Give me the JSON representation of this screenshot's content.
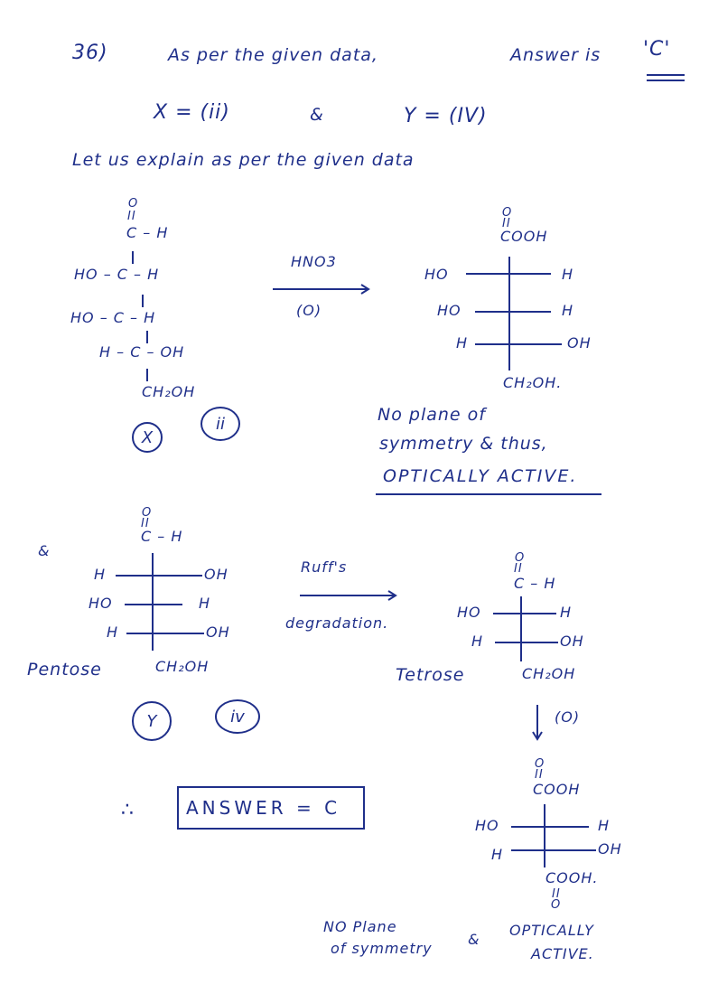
{
  "header": {
    "question_no": "36)",
    "intro": "As  per  the  given  data,",
    "answer_label": "Answer  is",
    "answer_value": "'C'"
  },
  "xy_line": {
    "x": "X  =  (ii)",
    "and": "&",
    "y": "Y  =  (IV)"
  },
  "explain_line": "Let  us  explain  as  per  the  given  data",
  "reaction1": {
    "reactant": {
      "top_o": "O",
      "top_dbl": "II",
      "c1": "C – H",
      "rows": [
        "HO – C – H",
        "HO – C – H",
        "H – C – OH"
      ],
      "bottom": "CH₂OH"
    },
    "reagent_top": "HNO3",
    "reagent_bottom": "(O)",
    "product": {
      "top": "COOH",
      "rows": [
        {
          "left": "HO",
          "right": "H"
        },
        {
          "left": "HO",
          "right": "H"
        },
        {
          "left": "H",
          "right": "OH"
        }
      ],
      "bottom": "CH₂OH."
    },
    "label_x": "X",
    "label_ii": "ii",
    "note": [
      "No  plane  of",
      "symmetry  &  thus,",
      "OPTICALLY  ACTIVE."
    ]
  },
  "reaction2": {
    "and_mark": "&",
    "reactant": {
      "top": "C – H",
      "rows": [
        {
          "left": "H",
          "right": "OH"
        },
        {
          "left": "HO",
          "right": "H"
        },
        {
          "left": "H",
          "right": "OH"
        }
      ],
      "bottom": "CH₂OH",
      "name": "Pentose"
    },
    "reagent_top": "Ruff's",
    "reagent_bottom": "degradation.",
    "product": {
      "top": "C – H",
      "rows": [
        {
          "left": "HO",
          "right": "H"
        },
        {
          "left": "H",
          "right": "OH"
        }
      ],
      "bottom": "CH₂OH",
      "name": "Tetrose"
    },
    "label_y": "Y",
    "label_iv": "iv",
    "oxidation": "(O)",
    "final": {
      "top": "COOH",
      "rows": [
        {
          "left": "HO",
          "right": "H"
        },
        {
          "left": "H",
          "right": "OH"
        }
      ],
      "bottom": "COOH."
    },
    "note_left": [
      "NO  Plane",
      "of  symmetry"
    ],
    "note_and": "&",
    "note_right": [
      "OPTICALLY",
      "ACTIVE."
    ]
  },
  "conclusion": {
    "therefore": "∴",
    "answer": "ANSWER  =  C"
  }
}
